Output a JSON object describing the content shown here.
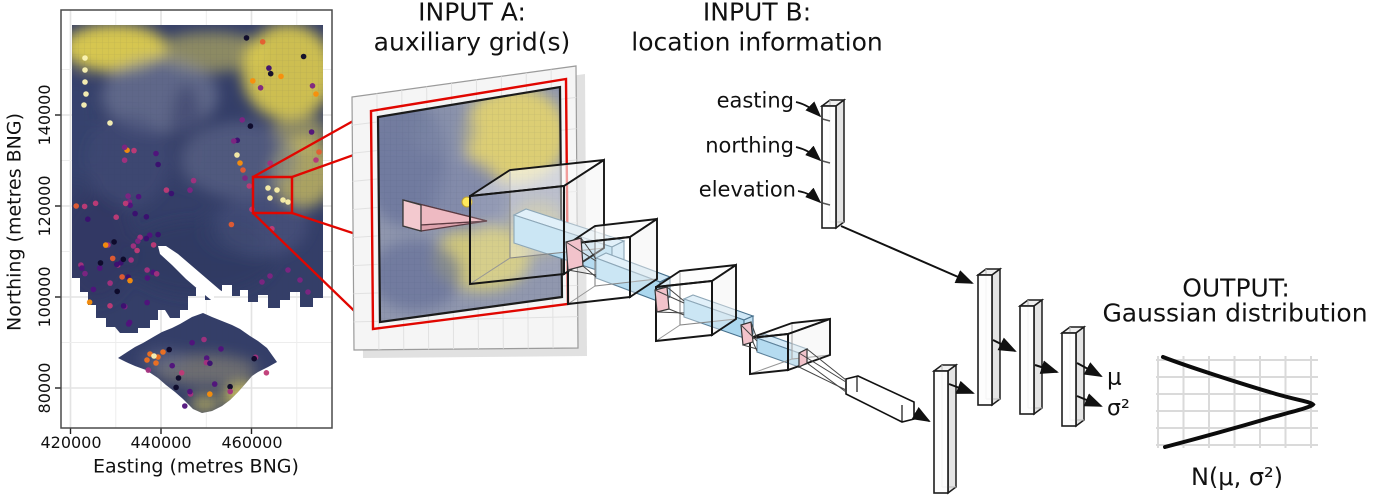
{
  "figure": {
    "map": {
      "x_axis_label": "Easting (metres BNG)",
      "y_axis_label": "Northing (metres BNG)",
      "x_ticks": [
        "420000",
        "440000",
        "460000"
      ],
      "y_ticks": [
        "140000",
        "120000",
        "100000",
        "80000"
      ]
    },
    "input_a": {
      "title_line1": "INPUT A:",
      "title_line2": "auxiliary grid(s)"
    },
    "input_b": {
      "title_line1": "INPUT B:",
      "title_line2": "location information",
      "features": [
        "easting",
        "northing",
        "elevation"
      ]
    },
    "output": {
      "title_line1": "OUTPUT:",
      "title_line2": "Gaussian distribution",
      "mu_label": "μ",
      "sigma_label": "σ²",
      "distribution_label": "N(μ, σ²)"
    },
    "colors": {
      "annotation_red": "#e10600",
      "feature_blue": "#abd7ee",
      "kernel_pink": "#f2c3cb"
    }
  }
}
